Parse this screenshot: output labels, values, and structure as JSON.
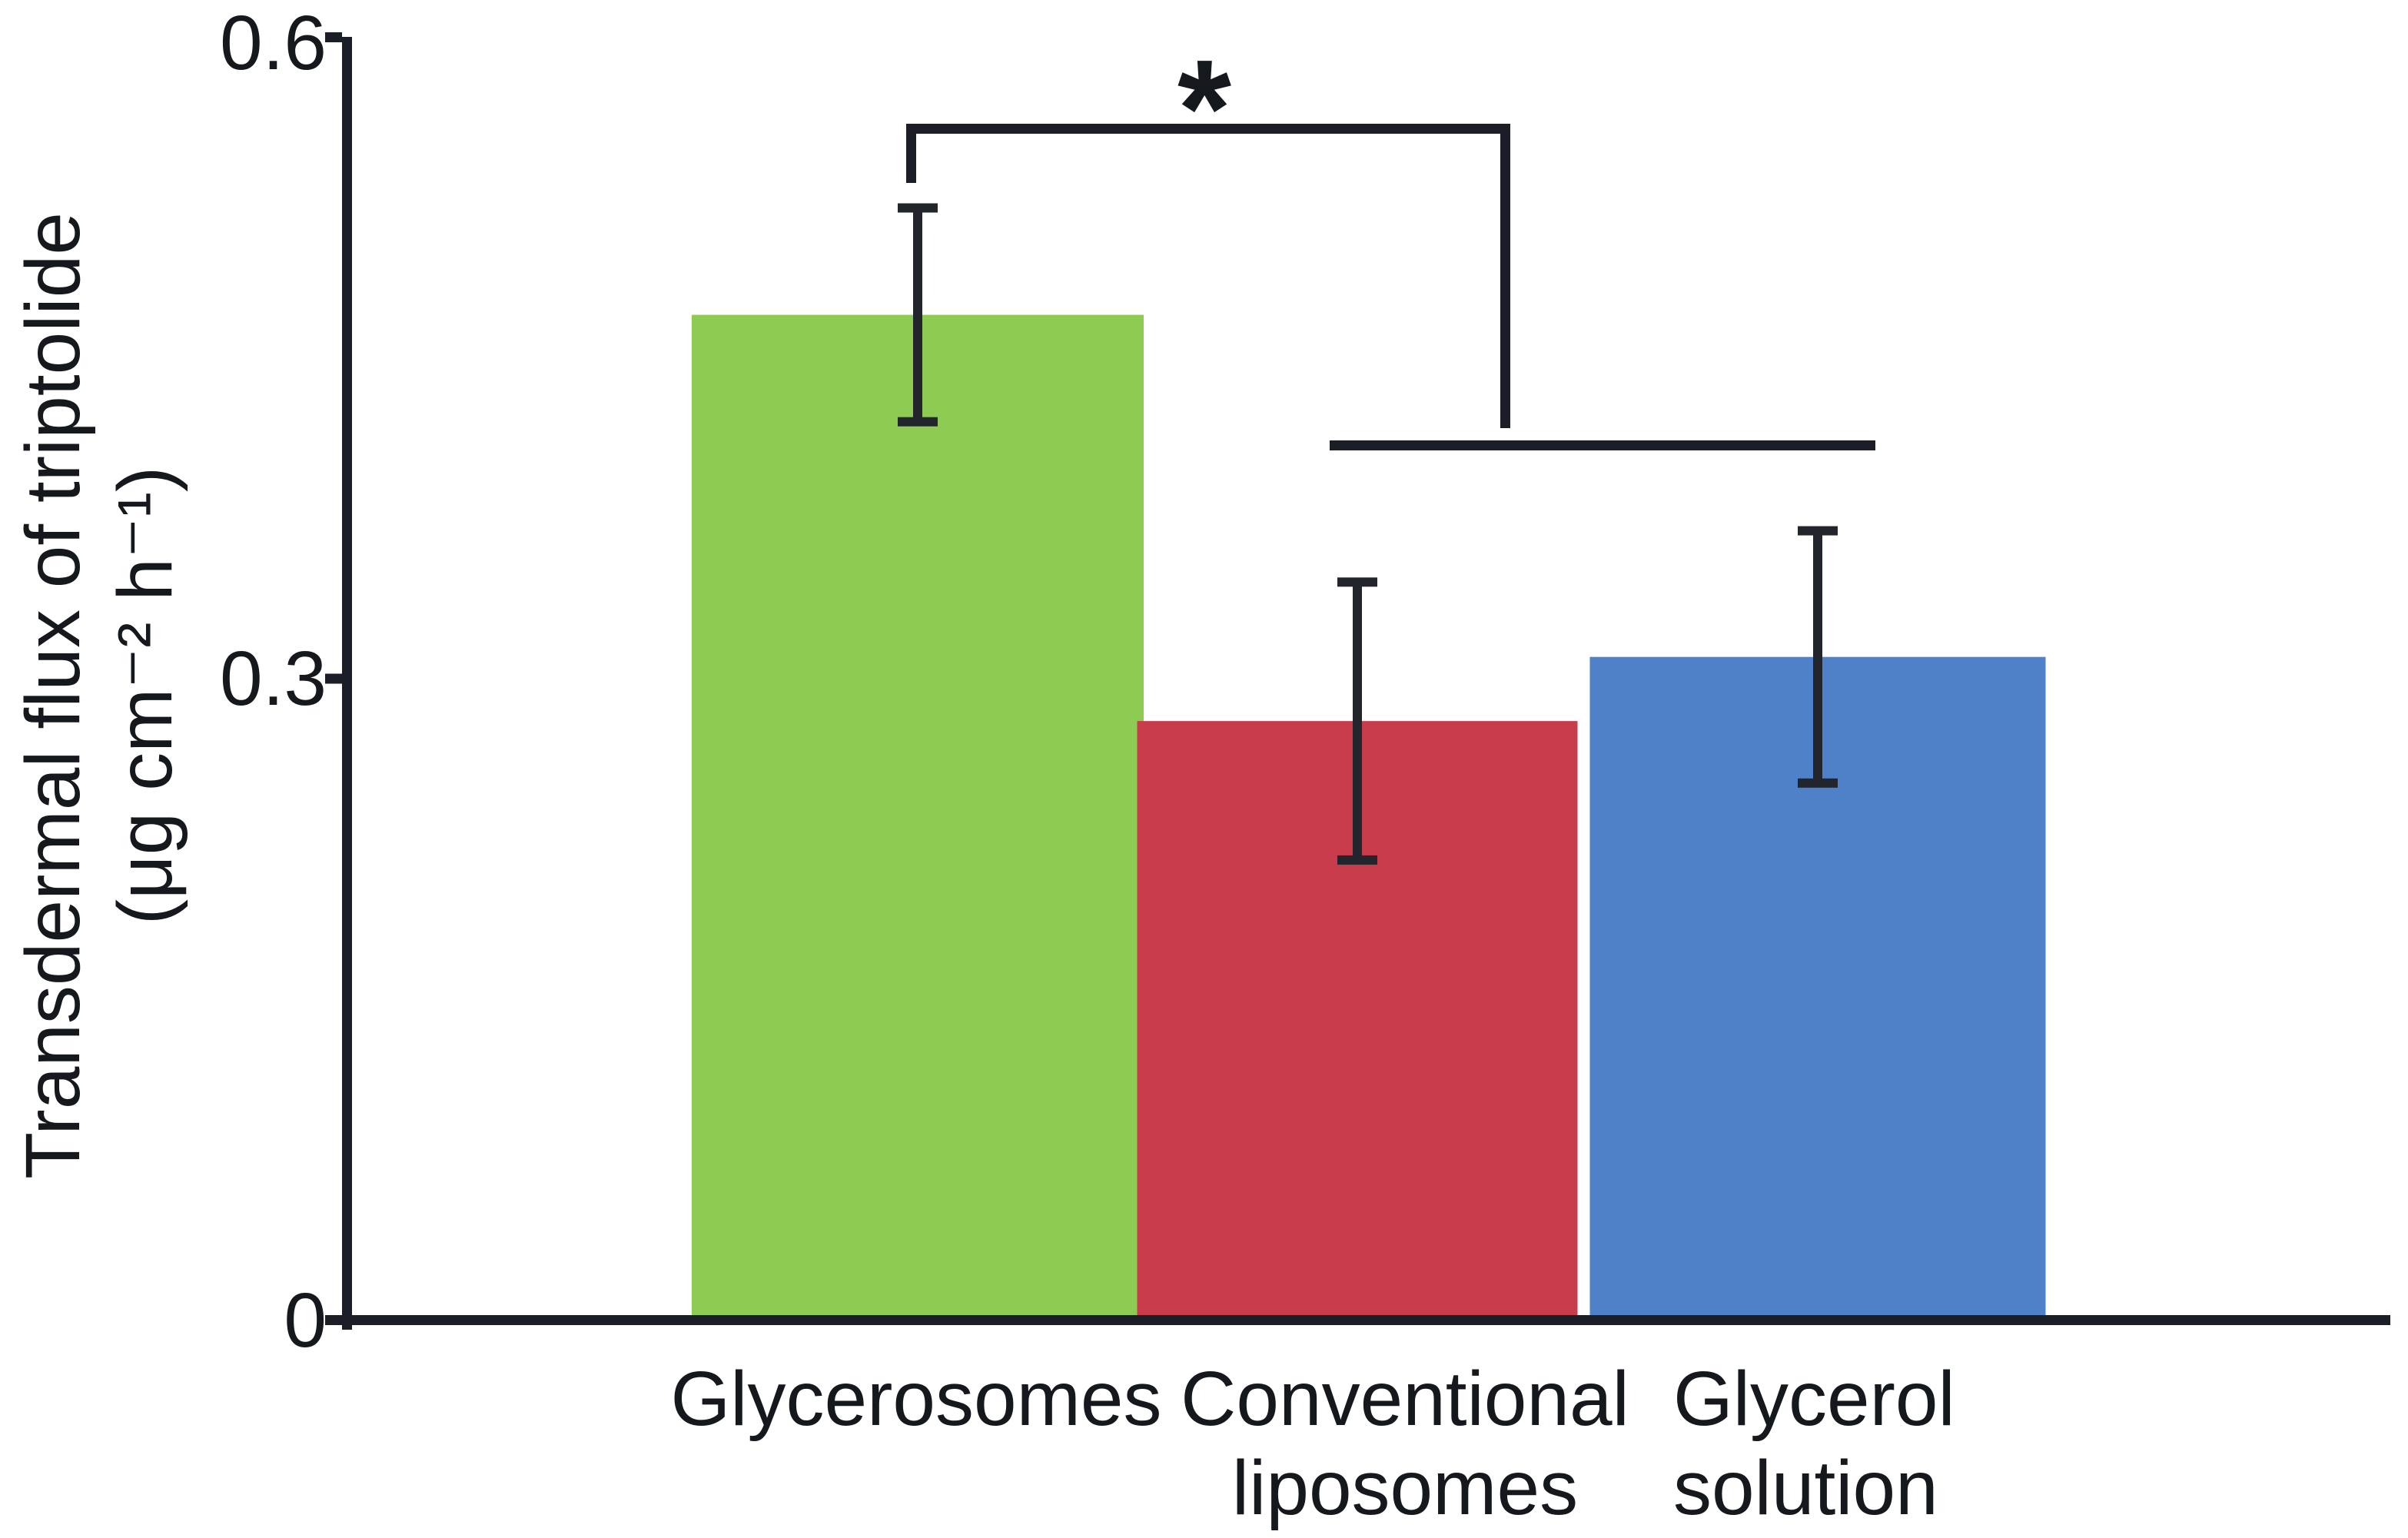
{
  "figure": {
    "background": "#ffffff",
    "axis_color": "#1b1e26",
    "error_bar_color": "#22252c",
    "text_color": "#15181d"
  },
  "y_axis": {
    "title_line1": "Transdermal flux of triptolide",
    "title_line2": "(μg cm⁻² h⁻¹)",
    "tick_labels": {
      "t0": "0",
      "t03": "0.3",
      "t06": "0.6"
    }
  },
  "x_axis": {
    "labels": [
      {
        "line1": "Glycerosomes",
        "line2": ""
      },
      {
        "line1": "Conventional",
        "line2": "liposomes"
      },
      {
        "line1": "Glycerol",
        "line2": "solution"
      }
    ]
  },
  "annotation": {
    "significance_symbol": "*"
  },
  "chart_data": {
    "type": "bar",
    "title": "",
    "xlabel": "",
    "ylabel": "Transdermal flux of triptolide (μg cm⁻² h⁻¹)",
    "categories": [
      "Glycerosomes",
      "Conventional liposomes",
      "Glycerol solution"
    ],
    "values": [
      0.47,
      0.28,
      0.31
    ],
    "errors": [
      0.05,
      0.065,
      0.059
    ],
    "bar_colors": [
      "#8ecb53",
      "#c93c4b",
      "#4e81c8"
    ],
    "ylim": [
      0,
      0.6
    ],
    "yticks": [
      0,
      0.3,
      0.6
    ],
    "grid": false,
    "legend": "none",
    "significance": {
      "symbol": "*",
      "from": "Glycerosomes",
      "to": [
        "Conventional liposomes",
        "Glycerol solution"
      ]
    }
  }
}
